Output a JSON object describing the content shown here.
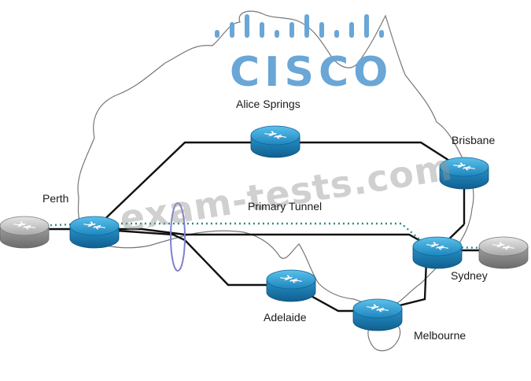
{
  "logo": {
    "text": "CISCO",
    "color": "#6aa6d6"
  },
  "watermark": "exam-tests.com",
  "tunnel_label": "Primary Tunnel",
  "routers": [
    {
      "id": "alice-springs",
      "label": "Alice Springs",
      "type": "core"
    },
    {
      "id": "brisbane",
      "label": "Brisbane",
      "type": "core"
    },
    {
      "id": "perth",
      "label": "Perth",
      "type": "core"
    },
    {
      "id": "sydney",
      "label": "Sydney",
      "type": "core"
    },
    {
      "id": "adelaide",
      "label": "Adelaide",
      "type": "core"
    },
    {
      "id": "melbourne",
      "label": "Melbourne",
      "type": "core"
    },
    {
      "id": "perth-edge",
      "label": "",
      "type": "edge"
    },
    {
      "id": "sydney-edge",
      "label": "",
      "type": "edge"
    }
  ],
  "colors": {
    "router_top": "#3ea9d8",
    "router_side": "#1c7bb2",
    "edge_top": "#cfcfcf",
    "edge_side": "#8d8d8d",
    "link": "#111111",
    "tunnel": "#2a8a8a",
    "ellipse": "#8080d0",
    "map_outline": "#777777"
  }
}
